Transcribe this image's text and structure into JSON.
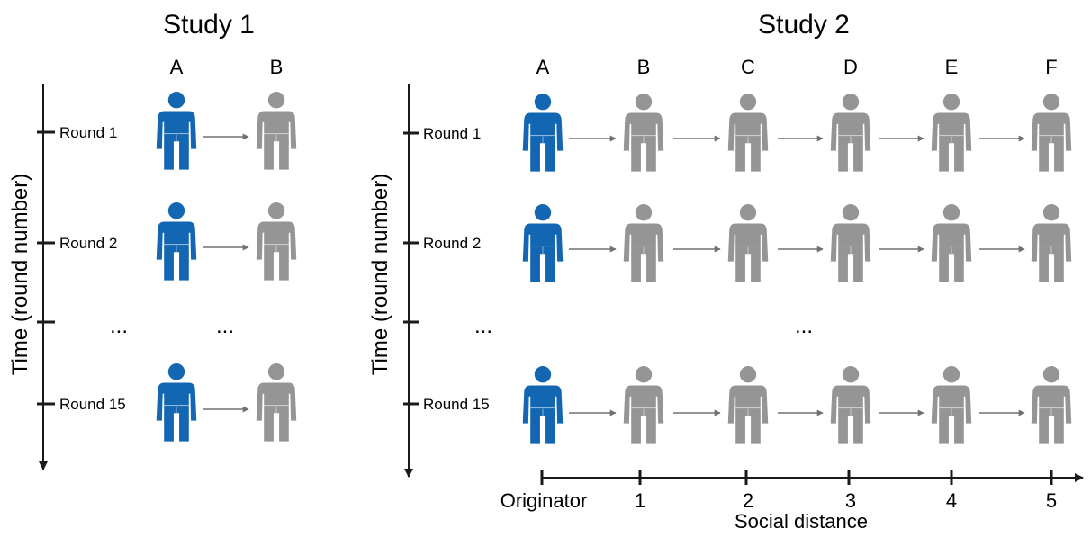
{
  "colors": {
    "originator": "#1366b2",
    "recipient": "#959595",
    "axis": "#1a1a1a",
    "arrow": "#707070"
  },
  "icons": {
    "person": "person-icon",
    "arrow": "arrow-right-icon"
  },
  "study1": {
    "title": "Study 1",
    "axis_label": "Time (round number)",
    "columns": [
      "A",
      "B"
    ],
    "rounds": [
      "Round 1",
      "Round 2",
      "Round 15"
    ],
    "ellipsis": "..."
  },
  "study2": {
    "title": "Study 2",
    "axis_label": "Time (round number)",
    "columns": [
      "A",
      "B",
      "C",
      "D",
      "E",
      "F"
    ],
    "rounds": [
      "Round 1",
      "Round 2",
      "Round 15"
    ],
    "ellipsis": "...",
    "x_axis": {
      "label": "Social distance",
      "ticks": [
        "Originator",
        "1",
        "2",
        "3",
        "4",
        "5"
      ]
    }
  }
}
